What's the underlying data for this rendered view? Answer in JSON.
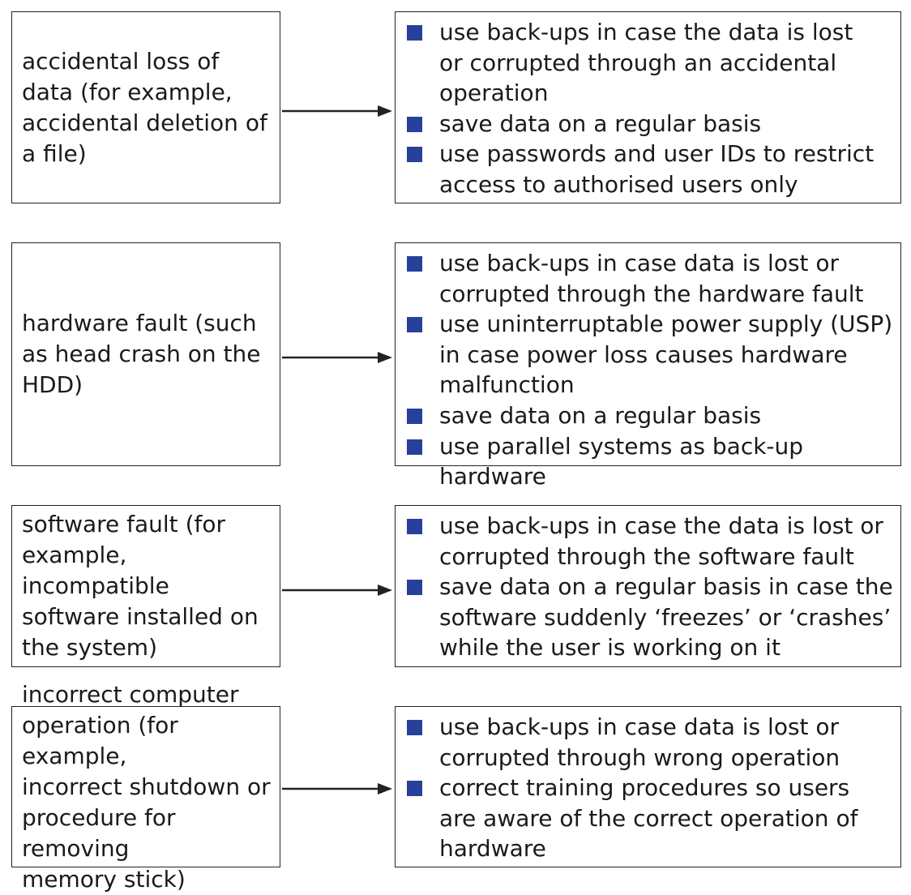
{
  "rows": [
    {
      "cause": "accidental loss of\ndata (for example,\naccidental deletion of\na file)",
      "measures": [
        "use back-ups in case the data is lost\nor corrupted through an accidental\noperation",
        "save data on a regular basis",
        "use passwords and user IDs to restrict\naccess to authorised users only"
      ]
    },
    {
      "cause": "hardware fault (such\nas head crash on the\nHDD)",
      "measures": [
        "use back-ups in case data is lost or\ncorrupted through the hardware fault",
        "use uninterruptable power supply (USP)\nin case power loss causes hardware\nmalfunction",
        "save data on a regular basis",
        "use parallel systems as back-up hardware"
      ]
    },
    {
      "cause": "software fault (for\nexample, incompatible\nsoftware installed on\nthe system)",
      "measures": [
        "use back-ups in case the data is lost or\ncorrupted through the software fault",
        "save data on a regular basis in case the\nsoftware suddenly ‘freezes’ or ‘crashes’\nwhile the user is working on it"
      ]
    },
    {
      "cause": "incorrect computer\noperation (for example,\nincorrect shutdown or\nprocedure for removing\nmemory stick)",
      "measures": [
        "use back-ups in case data is lost or\ncorrupted through wrong operation",
        "correct training procedures so users\nare aware of the correct operation of\nhardware"
      ]
    }
  ],
  "colors": {
    "bullet": "#27419a",
    "border": "#222222",
    "text": "#1a1a1a"
  }
}
